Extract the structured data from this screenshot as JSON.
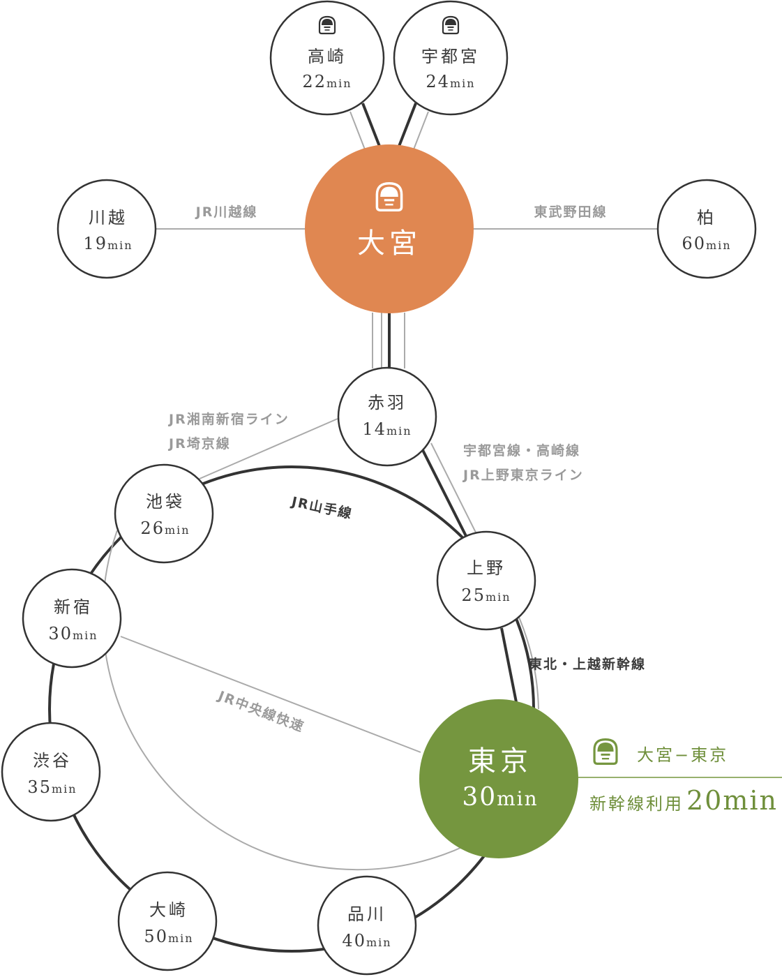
{
  "colors": {
    "hub": "#e08751",
    "tokyo": "#75963f",
    "accent": "#6f8f3b",
    "dark_line": "#333333",
    "gray_line": "#aaaaaa"
  },
  "stations": {
    "omiya": {
      "name": "大宮"
    },
    "tokyo": {
      "name": "東京",
      "time": "30",
      "unit": "min"
    },
    "takasaki": {
      "name": "高崎",
      "time": "22",
      "unit": "min"
    },
    "utsunomiya": {
      "name": "宇都宮",
      "time": "24",
      "unit": "min"
    },
    "kawagoe": {
      "name": "川越",
      "time": "19",
      "unit": "min"
    },
    "kashiwa": {
      "name": "柏",
      "time": "60",
      "unit": "min"
    },
    "akabane": {
      "name": "赤羽",
      "time": "14",
      "unit": "min"
    },
    "ikebukuro": {
      "name": "池袋",
      "time": "26",
      "unit": "min"
    },
    "ueno": {
      "name": "上野",
      "time": "25",
      "unit": "min"
    },
    "shinjuku": {
      "name": "新宿",
      "time": "30",
      "unit": "min"
    },
    "shibuya": {
      "name": "渋谷",
      "time": "35",
      "unit": "min"
    },
    "osaki": {
      "name": "大崎",
      "time": "50",
      "unit": "min"
    },
    "shinagawa": {
      "name": "品川",
      "time": "40",
      "unit": "min"
    }
  },
  "lines": {
    "kawagoe": "JR川越線",
    "tobu_noda": "東武野田線",
    "shonan_shinjuku": "JR湘南新宿ライン",
    "saikyo": "JR埼京線",
    "utsunomiya_takasaki": "宇都宮線・高崎線",
    "ueno_tokyo": "JR上野東京ライン",
    "yamanote": "JR山手線",
    "shinkansen": "東北・上越新幹線",
    "chuo": "JR中央線快速"
  },
  "note": {
    "route": "大宮−東京",
    "prefix": "新幹線利用",
    "time": "20",
    "unit": "min"
  },
  "icons": [
    "shinkansen-icon"
  ]
}
